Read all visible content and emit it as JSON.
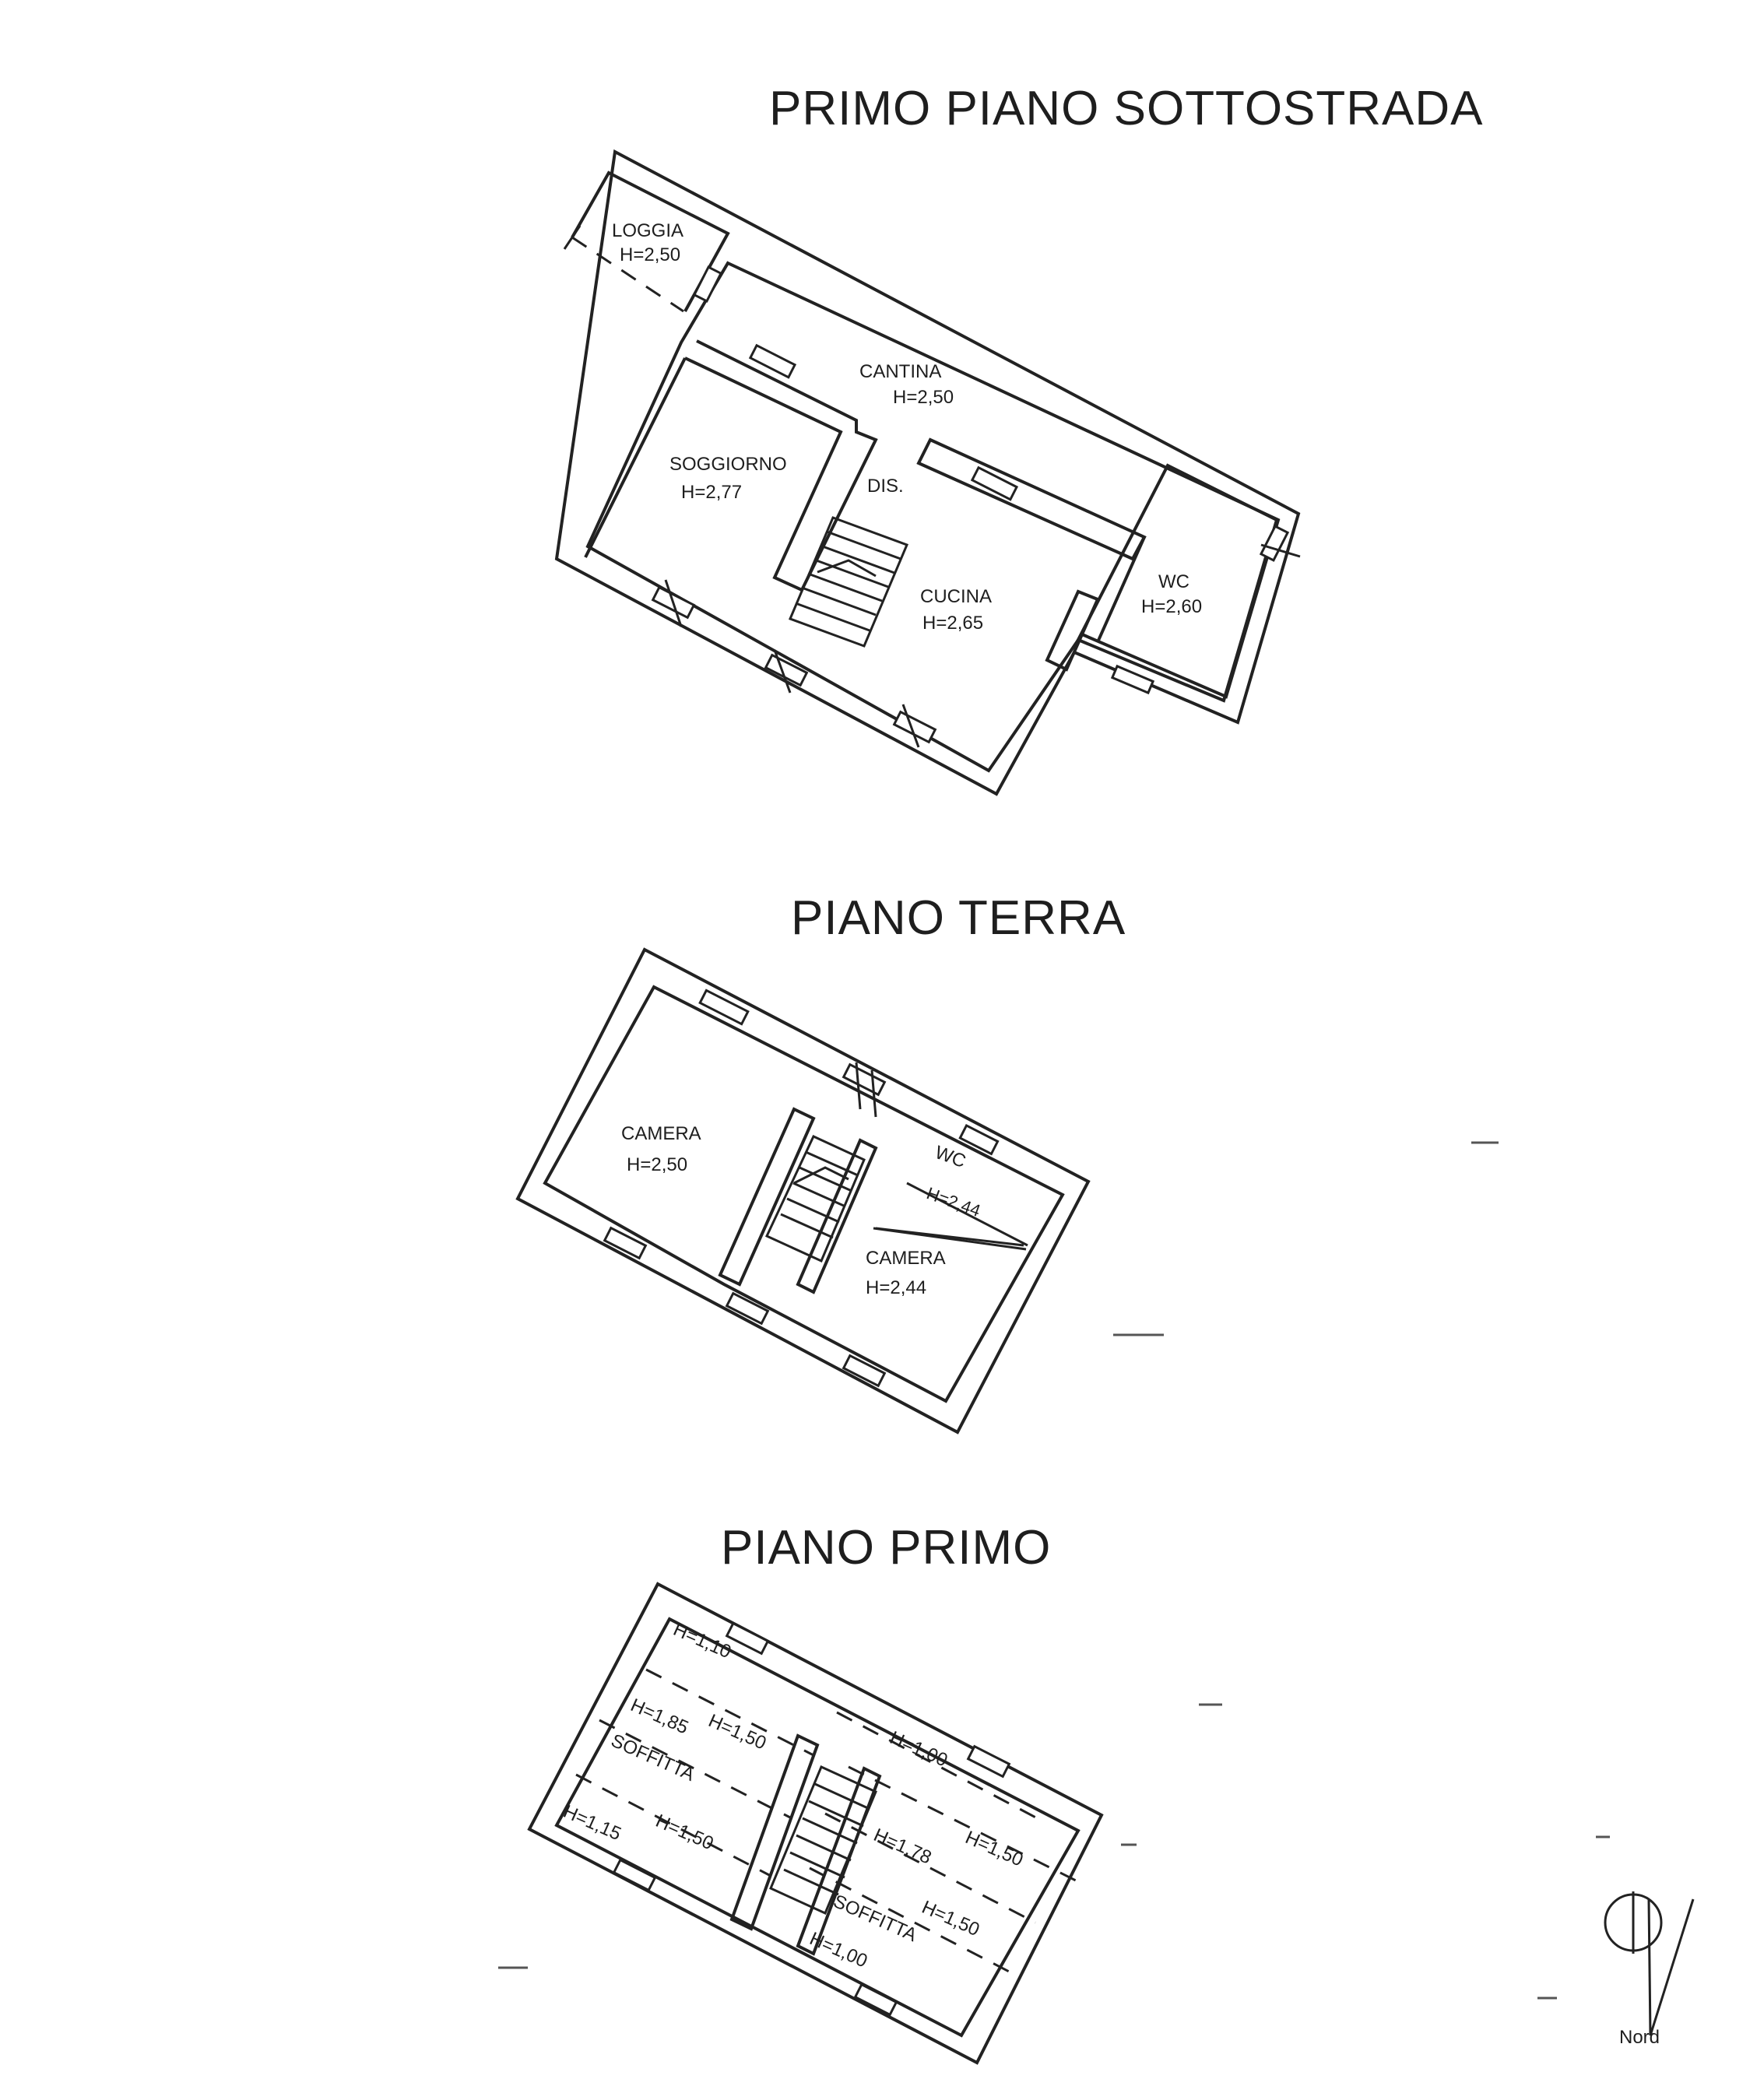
{
  "titles": {
    "basement": "PRIMO PIANO SOTTOSTRADA",
    "ground": "PIANO TERRA",
    "first": "PIANO PRIMO"
  },
  "basement": {
    "loggia": {
      "name": "LOGGIA",
      "height": "H=2,50"
    },
    "cantina": {
      "name": "CANTINA",
      "height": "H=2,50"
    },
    "soggiorno": {
      "name": "SOGGIORNO",
      "height": "H=2,77"
    },
    "dis": {
      "name": "DIS."
    },
    "cucina": {
      "name": "CUCINA",
      "height": "H=2,65"
    },
    "wc": {
      "name": "WC",
      "height": "H=2,60"
    }
  },
  "ground": {
    "camera_left": {
      "name": "CAMERA",
      "height": "H=2,50"
    },
    "wc": {
      "name": "WC",
      "height": "H=2,44"
    },
    "camera_right": {
      "name": "CAMERA",
      "height": "H=2,44"
    }
  },
  "first": {
    "h_1_10": "H=1,10",
    "h_1_50_a": "H=1,50",
    "h_1_85": "H=1,85",
    "soffitta_left": "SOFFITTA",
    "h_1_15": "H=1,15",
    "h_1_50_b": "H=1,50",
    "h_1_00_a": "H=1,00",
    "h_1_78": "H=1,78",
    "h_1_50_c": "H=1,50",
    "h_1_50_d": "H=1,50",
    "soffitta_right": "SOFFITTA",
    "h_1_00_b": "H=1,00"
  },
  "compass": {
    "label": "Nord"
  }
}
